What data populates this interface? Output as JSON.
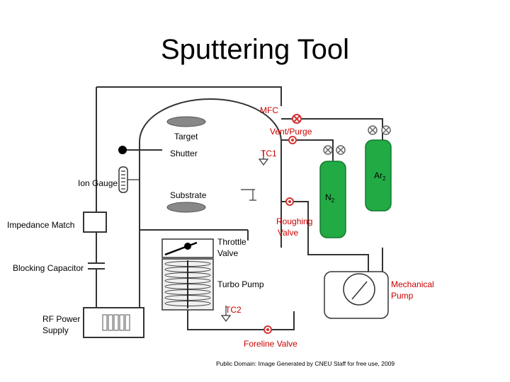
{
  "title": "Sputtering Tool",
  "labels": {
    "mfc": "MFC",
    "vent_purge": "Vent/Purge",
    "target": "Target",
    "shutter": "Shutter",
    "tc1": "TC1",
    "ion_gauge": "Ion Gauge",
    "substrate": "Substrate",
    "ar2": "Ar",
    "ar2_sub": "2",
    "n2": "N",
    "n2_sub": "2",
    "impedance_match": "Impedance Match",
    "roughing_valve_1": "Roughing",
    "roughing_valve_2": "Valve",
    "throttle_valve_1": "Throttle",
    "throttle_valve_2": "Valve",
    "blocking_capacitor": "Blocking Capacitor",
    "turbo_pump": "Turbo Pump",
    "mechanical_pump_1": "Mechanical",
    "mechanical_pump_2": "Pump",
    "tc2": "TC2",
    "rf_power_1": "RF Power",
    "rf_power_2": "Supply",
    "foreline_valve": "Foreline Valve",
    "credit": "Public Domain: Image Generated by CNEU Staff for free use, 2009"
  },
  "colors": {
    "gas_cylinder": "#22aa44",
    "label_red": "#cc0000",
    "valve_red": "#d33333",
    "line": "#333333"
  }
}
